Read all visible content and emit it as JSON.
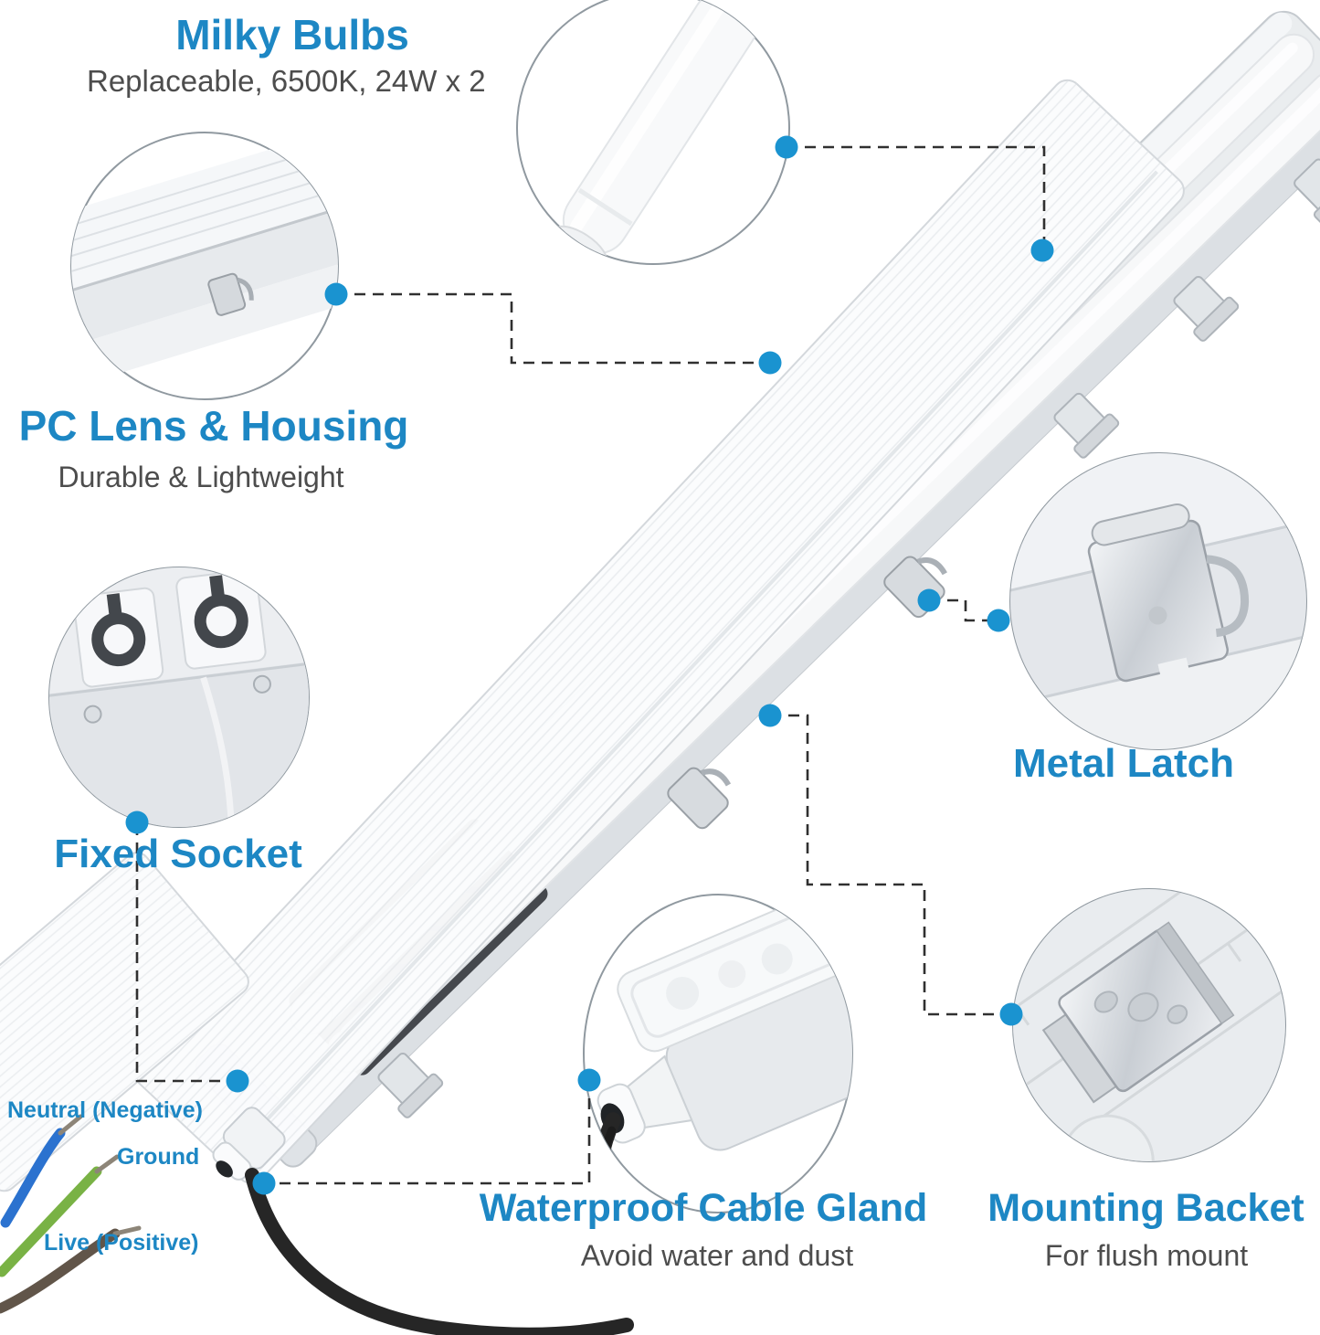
{
  "product": "LED vapor tight light fixture annotated diagram",
  "colors": {
    "accent_blue": "#1d87c4",
    "subtitle_gray": "#4d4d4d",
    "leader_line": "#303030",
    "callout_dot": "#1a93d0",
    "wire_neutral": "#2b72cf",
    "wire_ground": "#79b245",
    "wire_live": "#615549"
  },
  "callouts": {
    "milky_bulbs": {
      "title": "Milky Bulbs",
      "subtitle": "Replaceable, 6500K, 24W x 2"
    },
    "pc_lens": {
      "title": "PC Lens & Housing",
      "subtitle": "Durable & Lightweight"
    },
    "fixed_socket": {
      "title": "Fixed Socket"
    },
    "metal_latch": {
      "title": "Metal Latch"
    },
    "cable_gland": {
      "title": "Waterproof Cable Gland",
      "subtitle": "Avoid water and dust"
    },
    "mounting_bracket": {
      "title": "Mounting Backet",
      "subtitle": "For flush mount"
    }
  },
  "wire_labels": {
    "neutral": "Neutral (Negative)",
    "ground": "Ground",
    "live": "Live (Positive)"
  }
}
